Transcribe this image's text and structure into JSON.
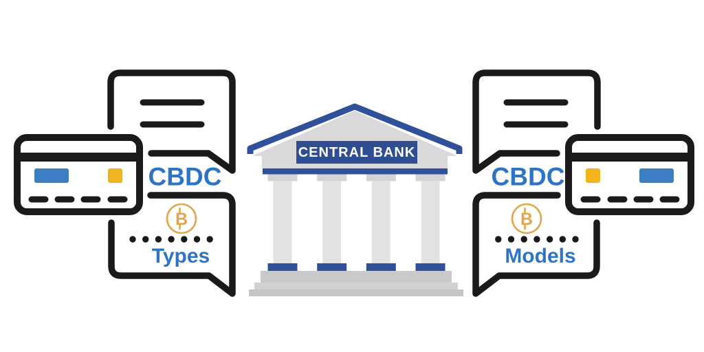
{
  "left_group": {
    "label_top": "CBDC",
    "label_bottom": "Types",
    "icons": [
      "speech-bubble-icon",
      "text-lines-icon",
      "credit-card-icon",
      "bitcoin-icon",
      "dotted-line-icon"
    ]
  },
  "center": {
    "sign": "CENTRAL BANK",
    "icon": "bank-building-icon"
  },
  "right_group": {
    "label_top": "CBDC",
    "label_bottom": "Models",
    "icons": [
      "speech-bubble-icon",
      "text-lines-icon",
      "credit-card-icon",
      "bitcoin-icon",
      "dotted-line-icon"
    ]
  },
  "colors": {
    "outline_black": "#1a1a1a",
    "label_blue": "#2e74c4",
    "navy_blue": "#30519a",
    "sign_navy": "#2e4d92",
    "card_blue": "#3d7dc2",
    "chip_yellow": "#f2b41e",
    "bitcoin_orange": "#e2a74e",
    "pediment_gray": "#d9d9db",
    "column_gray": "#e2e2e4",
    "capital_gray": "#d4d4d6",
    "step_gray_1": "#c9c9cb",
    "step_gray_2": "#d1d1d3",
    "step_gray_3": "#c5c5c7",
    "background": "#ffffff"
  }
}
